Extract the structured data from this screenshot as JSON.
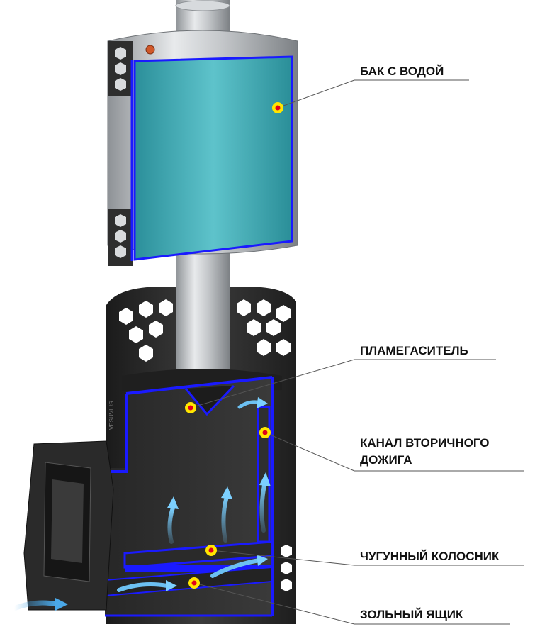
{
  "labels": {
    "water_tank": "БАК С ВОДОЙ",
    "flame_arrester": "ПЛАМЕГАСИТЕЛЬ",
    "secondary_channel_line1": "КАНАЛ ВТОРИЧНОГО",
    "secondary_channel_line2": "ДОЖИГА",
    "cast_iron_grate": "ЧУГУННЫЙ КОЛОСНИК",
    "ash_box": "ЗОЛЬНЫЙ ЯЩИК"
  },
  "brand_mark": "VESUVIUS",
  "colors": {
    "cutaway_outline": "#1a1aff",
    "water": "#3aa6b0",
    "marker_outer": "#ffe600",
    "marker_inner": "#e0001a",
    "airflow_arrow": "#4aa8e8",
    "stove_body": "#2b2b2b",
    "steel": "#b9bcc0"
  }
}
